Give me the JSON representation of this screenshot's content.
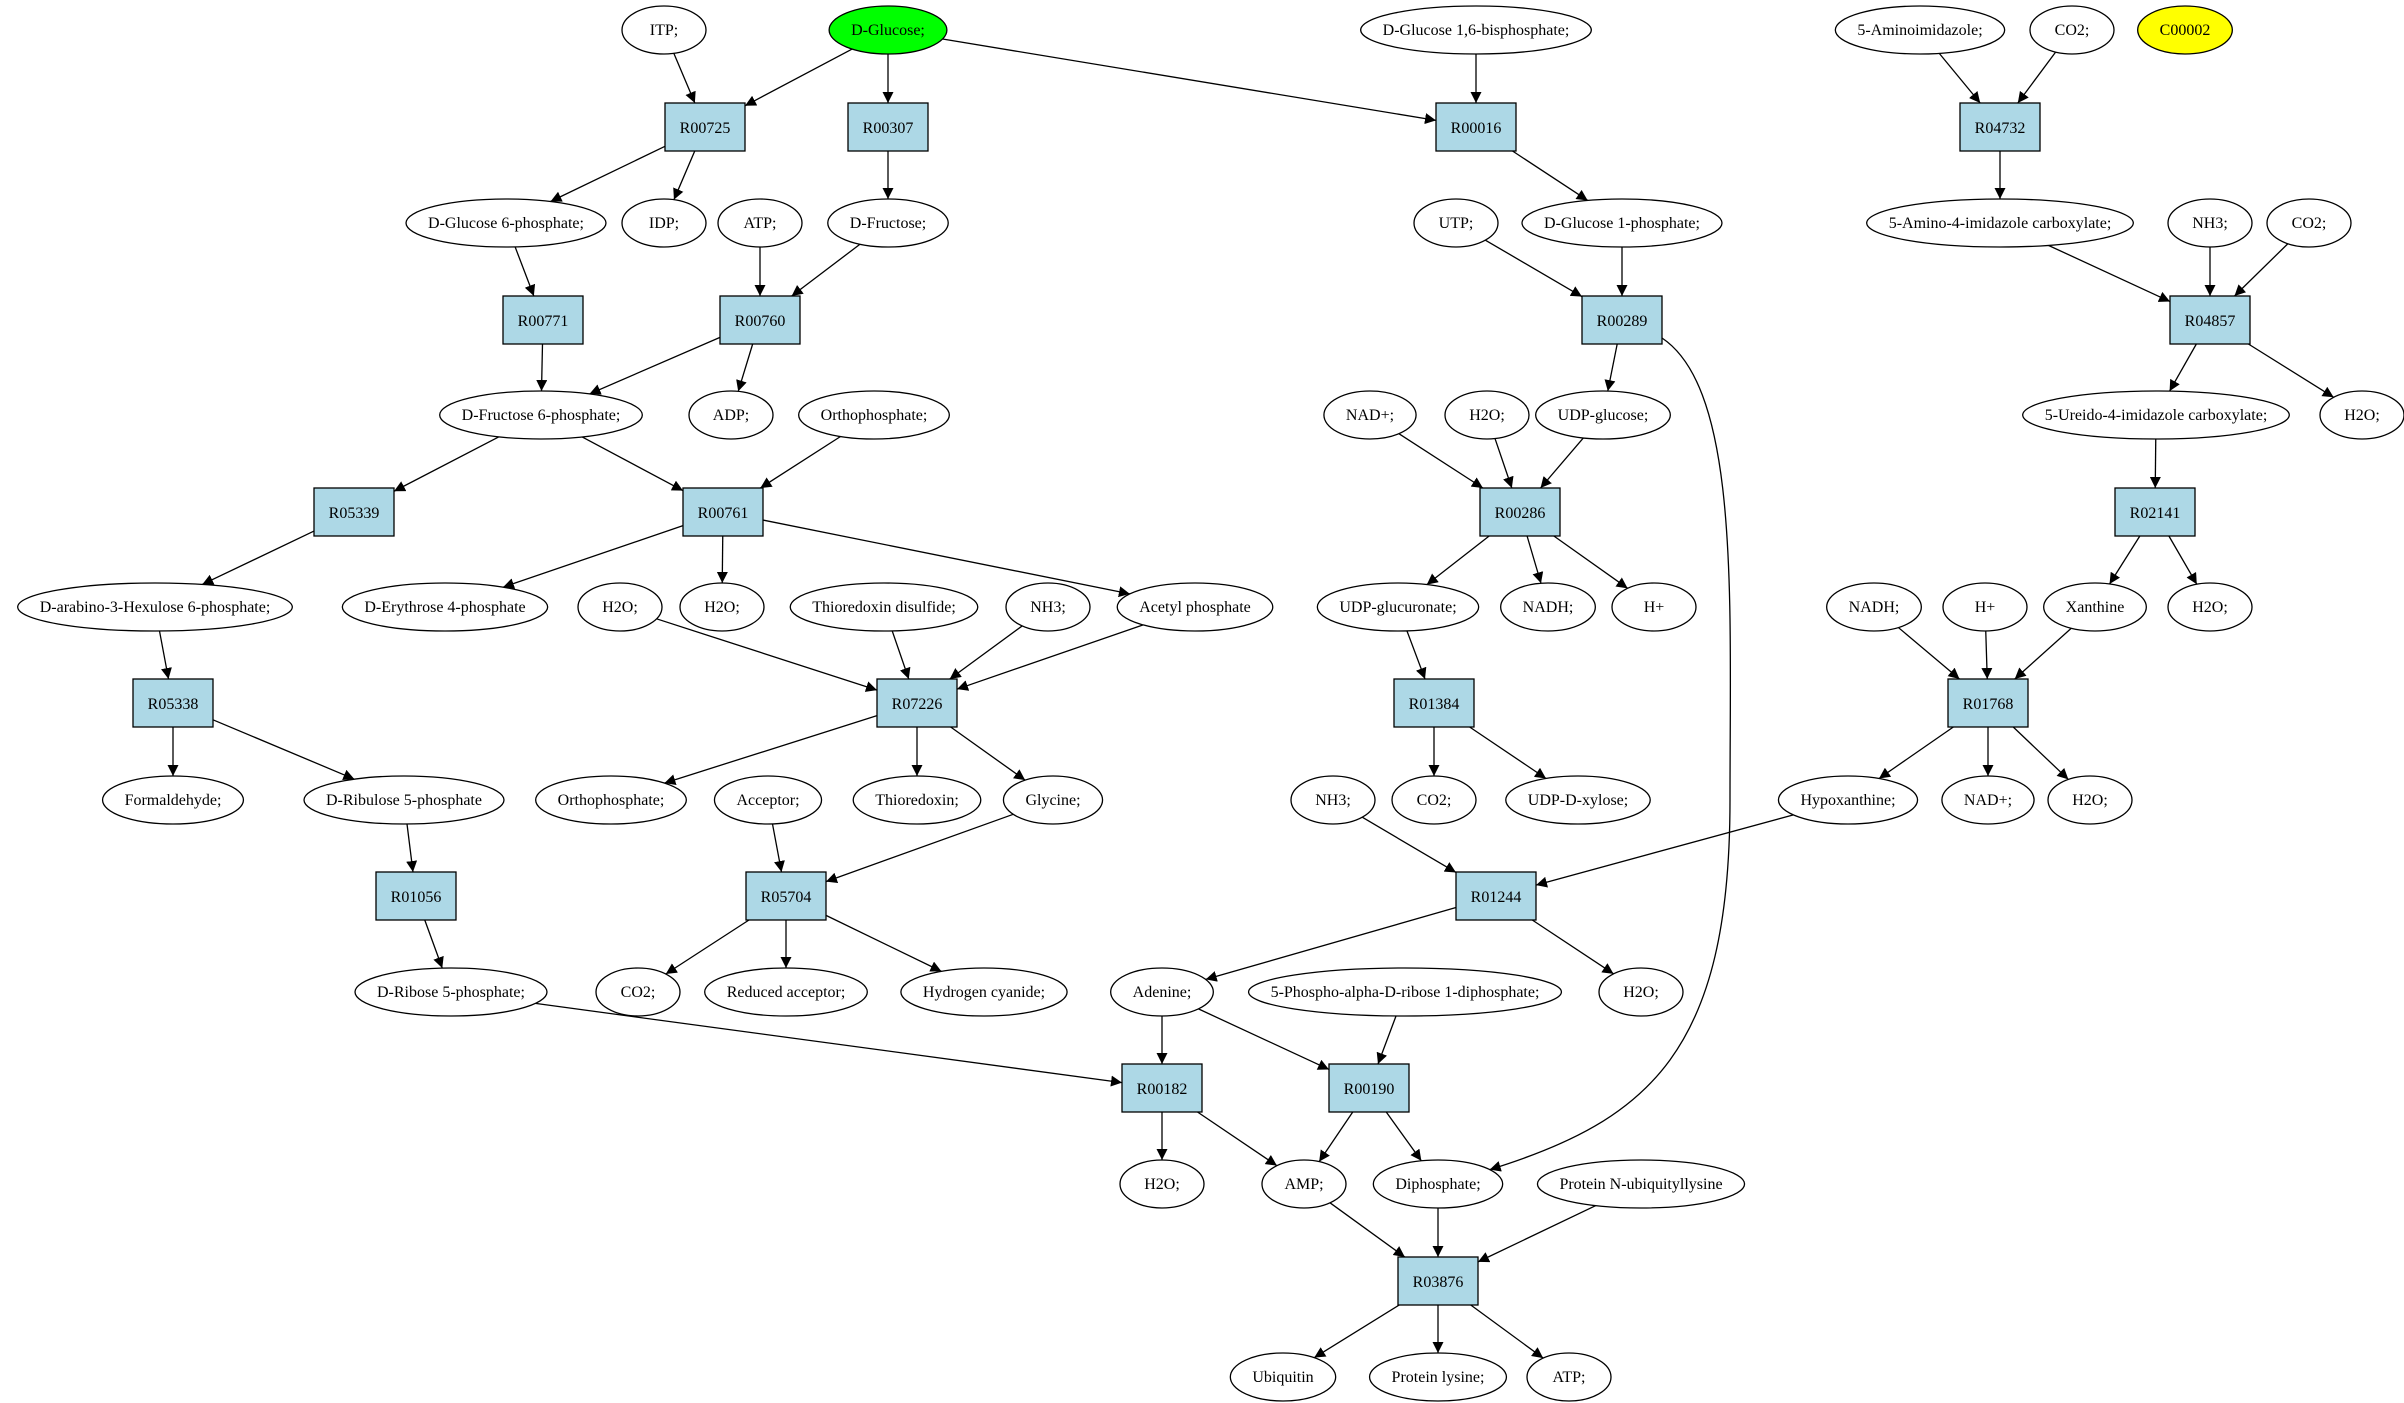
{
  "colors": {
    "reaction_fill": "#add8e6",
    "compound_fill": "#ffffff",
    "highlight_green": "#00ff00",
    "highlight_yellow": "#ffff00",
    "stroke": "#000000"
  },
  "reactions": [
    "R00725",
    "R00307",
    "R00016",
    "R04732",
    "R00771",
    "R00760",
    "R00289",
    "R04857",
    "R05339",
    "R00761",
    "R00286",
    "R02141",
    "R05338",
    "R07226",
    "R01384",
    "R01768",
    "R01056",
    "R05704",
    "R01244",
    "R00182",
    "R00190",
    "R03876"
  ],
  "compounds": {
    "itp": "ITP;",
    "d_glucose": "D-Glucose;",
    "d_glucose_16bp": "D-Glucose 1,6-bisphosphate;",
    "aminoimidazole": "5-Aminoimidazole;",
    "co2_a": "CO2;",
    "c00002": "C00002",
    "d_glucose_6p": "D-Glucose 6-phosphate;",
    "idp": "IDP;",
    "atp_a": "ATP;",
    "d_fructose": "D-Fructose;",
    "utp": "UTP;",
    "d_glucose_1p": "D-Glucose 1-phosphate;",
    "amino_imidazole_carb": "5-Amino-4-imidazole carboxylate;",
    "nh3_a": "NH3;",
    "co2_b": "CO2;",
    "d_fructose_6p": "D-Fructose 6-phosphate;",
    "adp": "ADP;",
    "orthophosphate_a": "Orthophosphate;",
    "nad_a": "NAD+;",
    "h2o_a": "H2O;",
    "udp_glucose": "UDP-glucose;",
    "ureido_imidazole_carb": "5-Ureido-4-imidazole carboxylate;",
    "h2o_b": "H2O;",
    "d_arabino_hexulose_6p": "D-arabino-3-Hexulose 6-phosphate;",
    "d_erythrose_4p": "D-Erythrose 4-phosphate",
    "h2o_c": "H2O;",
    "h2o_d": "H2O;",
    "thioredoxin_disulfide": "Thioredoxin disulfide;",
    "nh3_b": "NH3;",
    "acetyl_phosphate": "Acetyl phosphate",
    "udp_glucuronate": "UDP-glucuronate;",
    "nadh_a": "NADH;",
    "h_plus_a": "H+",
    "nadh_b": "NADH;",
    "h_plus_b": "H+",
    "xanthine": "Xanthine",
    "h2o_e": "H2O;",
    "formaldehyde": "Formaldehyde;",
    "d_ribulose_5p": "D-Ribulose 5-phosphate",
    "orthophosphate_b": "Orthophosphate;",
    "acceptor": "Acceptor;",
    "thioredoxin": "Thioredoxin;",
    "glycine": "Glycine;",
    "nh3_c": "NH3;",
    "co2_c": "CO2;",
    "udp_d_xylose": "UDP-D-xylose;",
    "hypoxanthine": "Hypoxanthine;",
    "nad_b": "NAD+;",
    "h2o_f": "H2O;",
    "co2_d": "CO2;",
    "reduced_acceptor": "Reduced acceptor;",
    "hydrogen_cyanide": "Hydrogen cyanide;",
    "d_ribose_5p": "D-Ribose 5-phosphate;",
    "adenine": "Adenine;",
    "prpp": "5-Phospho-alpha-D-ribose 1-diphosphate;",
    "h2o_g": "H2O;",
    "h2o_h": "H2O;",
    "amp": "AMP;",
    "diphosphate": "Diphosphate;",
    "protein_n_ubiquityllysine": "Protein N-ubiquityllysine",
    "ubiquitin": "Ubiquitin",
    "protein_lysine": "Protein lysine;",
    "atp_b": "ATP;"
  },
  "edges": [
    [
      "itp",
      "R00725"
    ],
    [
      "d_glucose",
      "R00725"
    ],
    [
      "R00725",
      "d_glucose_6p"
    ],
    [
      "R00725",
      "idp"
    ],
    [
      "d_glucose",
      "R00307"
    ],
    [
      "R00307",
      "d_fructose"
    ],
    [
      "d_glucose",
      "R00016"
    ],
    [
      "d_glucose_16bp",
      "R00016"
    ],
    [
      "R00016",
      "d_glucose_1p"
    ],
    [
      "aminoimidazole",
      "R04732"
    ],
    [
      "co2_a",
      "R04732"
    ],
    [
      "R04732",
      "amino_imidazole_carb"
    ],
    [
      "d_glucose_6p",
      "R00771"
    ],
    [
      "R00771",
      "d_fructose_6p"
    ],
    [
      "atp_a",
      "R00760"
    ],
    [
      "d_fructose",
      "R00760"
    ],
    [
      "R00760",
      "d_fructose_6p"
    ],
    [
      "R00760",
      "adp"
    ],
    [
      "utp",
      "R00289"
    ],
    [
      "d_glucose_1p",
      "R00289"
    ],
    [
      "R00289",
      "udp_glucose"
    ],
    [
      "R00289",
      "diphosphate"
    ],
    [
      "amino_imidazole_carb",
      "R04857"
    ],
    [
      "nh3_a",
      "R04857"
    ],
    [
      "co2_b",
      "R04857"
    ],
    [
      "R04857",
      "ureido_imidazole_carb"
    ],
    [
      "R04857",
      "h2o_b"
    ],
    [
      "d_fructose_6p",
      "R05339"
    ],
    [
      "R05339",
      "d_arabino_hexulose_6p"
    ],
    [
      "d_fructose_6p",
      "R00761"
    ],
    [
      "orthophosphate_a",
      "R00761"
    ],
    [
      "R00761",
      "d_erythrose_4p"
    ],
    [
      "R00761",
      "h2o_c"
    ],
    [
      "R00761",
      "acetyl_phosphate"
    ],
    [
      "nad_a",
      "R00286"
    ],
    [
      "h2o_a",
      "R00286"
    ],
    [
      "udp_glucose",
      "R00286"
    ],
    [
      "R00286",
      "udp_glucuronate"
    ],
    [
      "R00286",
      "nadh_a"
    ],
    [
      "R00286",
      "h_plus_a"
    ],
    [
      "ureido_imidazole_carb",
      "R02141"
    ],
    [
      "R02141",
      "xanthine"
    ],
    [
      "R02141",
      "h2o_e"
    ],
    [
      "d_arabino_hexulose_6p",
      "R05338"
    ],
    [
      "R05338",
      "formaldehyde"
    ],
    [
      "R05338",
      "d_ribulose_5p"
    ],
    [
      "h2o_d",
      "R07226"
    ],
    [
      "thioredoxin_disulfide",
      "R07226"
    ],
    [
      "nh3_b",
      "R07226"
    ],
    [
      "acetyl_phosphate",
      "R07226"
    ],
    [
      "R07226",
      "orthophosphate_b"
    ],
    [
      "R07226",
      "thioredoxin"
    ],
    [
      "R07226",
      "glycine"
    ],
    [
      "udp_glucuronate",
      "R01384"
    ],
    [
      "R01384",
      "co2_c"
    ],
    [
      "R01384",
      "udp_d_xylose"
    ],
    [
      "nadh_b",
      "R01768"
    ],
    [
      "h_plus_b",
      "R01768"
    ],
    [
      "xanthine",
      "R01768"
    ],
    [
      "R01768",
      "hypoxanthine"
    ],
    [
      "R01768",
      "nad_b"
    ],
    [
      "R01768",
      "h2o_f"
    ],
    [
      "d_ribulose_5p",
      "R01056"
    ],
    [
      "R01056",
      "d_ribose_5p"
    ],
    [
      "acceptor",
      "R05704"
    ],
    [
      "glycine",
      "R05704"
    ],
    [
      "R05704",
      "co2_d"
    ],
    [
      "R05704",
      "reduced_acceptor"
    ],
    [
      "R05704",
      "hydrogen_cyanide"
    ],
    [
      "nh3_c",
      "R01244"
    ],
    [
      "hypoxanthine",
      "R01244"
    ],
    [
      "R01244",
      "adenine"
    ],
    [
      "R01244",
      "h2o_g"
    ],
    [
      "d_ribose_5p",
      "R00182"
    ],
    [
      "adenine",
      "R00182"
    ],
    [
      "R00182",
      "h2o_h"
    ],
    [
      "R00182",
      "amp"
    ],
    [
      "adenine",
      "R00190"
    ],
    [
      "prpp",
      "R00190"
    ],
    [
      "R00190",
      "amp"
    ],
    [
      "R00190",
      "diphosphate"
    ],
    [
      "amp",
      "R03876"
    ],
    [
      "diphosphate",
      "R03876"
    ],
    [
      "protein_n_ubiquityllysine",
      "R03876"
    ],
    [
      "R03876",
      "ubiquitin"
    ],
    [
      "R03876",
      "protein_lysine"
    ],
    [
      "R03876",
      "atp_b"
    ]
  ]
}
